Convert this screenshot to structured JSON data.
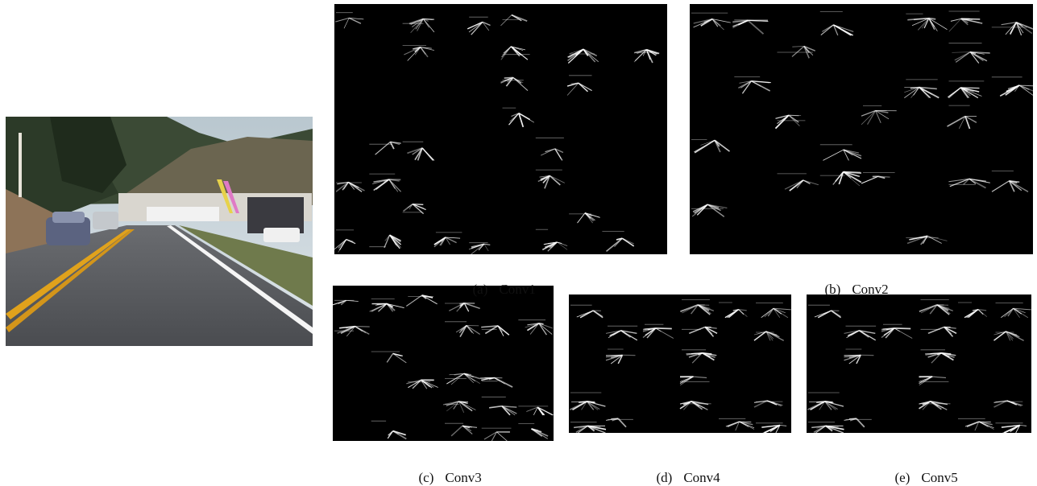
{
  "figure": {
    "input_image": {
      "description_icon": "road-scene-photo"
    },
    "panels": [
      {
        "id": "conv1",
        "tag": "(a)",
        "name": "Conv1",
        "grid": [
          8,
          10
        ],
        "tile_fill": 0.42,
        "seed": 11
      },
      {
        "id": "conv2",
        "tag": "(b)",
        "name": "Conv2",
        "grid": [
          8,
          8
        ],
        "tile_fill": 0.3,
        "seed": 23
      },
      {
        "id": "conv3",
        "tag": "(c)",
        "name": "Conv3",
        "grid": [
          6,
          6
        ],
        "tile_fill": 0.55,
        "seed": 37
      },
      {
        "id": "conv4",
        "tag": "(d)",
        "name": "Conv4",
        "grid": [
          6,
          6
        ],
        "tile_fill": 0.38,
        "seed": 41
      },
      {
        "id": "conv5",
        "tag": "(e)",
        "name": "Conv5",
        "grid": [
          6,
          6
        ],
        "tile_fill": 0.38,
        "seed": 41
      }
    ]
  },
  "colors": {
    "background": "#ffffff",
    "feature_map_bg": "#000000",
    "activation": "#ffffff",
    "sky": "#c9d4d9",
    "road": "#55575b",
    "lane_yellow": "#e0a21c"
  }
}
